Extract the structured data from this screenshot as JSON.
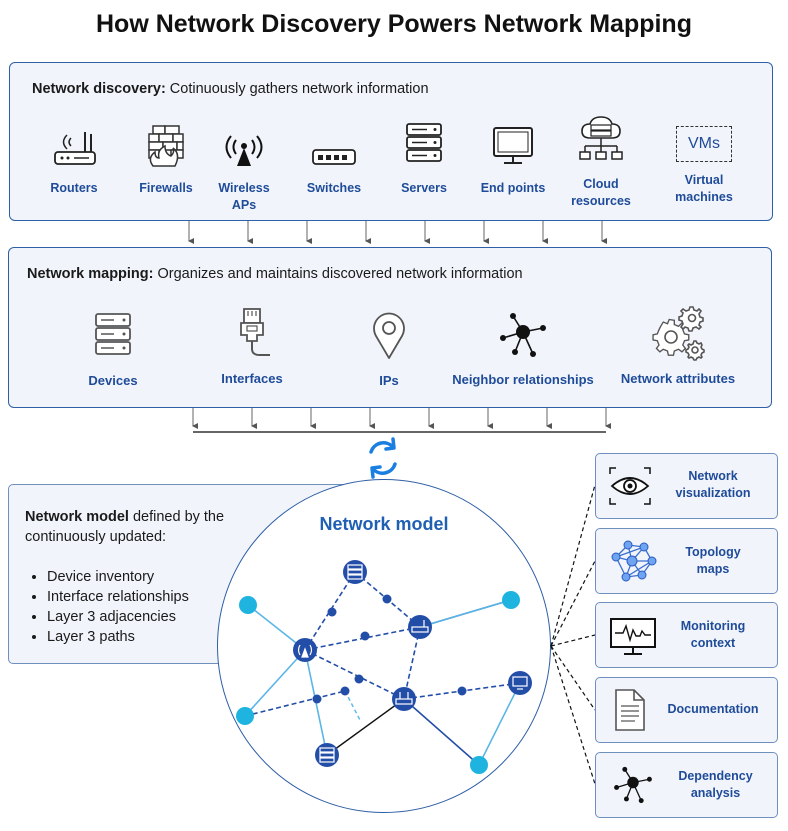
{
  "title": "How Network Discovery Powers Network Mapping",
  "discovery": {
    "heading_bold": "Network discovery:",
    "heading_text": " Cotinuously gathers network information",
    "items": [
      {
        "label": "Routers",
        "icon": "router-icon"
      },
      {
        "label": "Firewalls",
        "icon": "firewall-icon"
      },
      {
        "label": "Wireless APs",
        "icon": "wireless-ap-icon"
      },
      {
        "label": "Switches",
        "icon": "switch-icon"
      },
      {
        "label": "Servers",
        "icon": "server-icon"
      },
      {
        "label": "End points",
        "icon": "monitor-icon"
      },
      {
        "label": "Cloud resources",
        "icon": "cloud-network-icon"
      },
      {
        "label": "Virtual machines",
        "icon": "vms-icon"
      }
    ],
    "vms_icon_text": "VMs"
  },
  "mapping": {
    "heading_bold": "Network mapping:",
    "heading_text": " Organizes and maintains discovered network information",
    "items": [
      {
        "label": "Devices",
        "icon": "device-stack-icon"
      },
      {
        "label": "Interfaces",
        "icon": "ethernet-plug-icon"
      },
      {
        "label": "IPs",
        "icon": "location-pin-icon"
      },
      {
        "label": "Neighbor relationships",
        "icon": "hub-nodes-icon"
      },
      {
        "label": "Network attributes",
        "icon": "gears-icon"
      }
    ]
  },
  "model": {
    "intro_bold": "Network model",
    "intro_text": " defined by the continuously updated:",
    "bullets": [
      "Device inventory",
      "Interface relationships",
      "Layer 3 adjacencies",
      "Layer 3 paths"
    ],
    "circle_title": "Network model"
  },
  "outputs": [
    {
      "label": "Network visualization",
      "icon": "eye-icon"
    },
    {
      "label": "Topology maps",
      "icon": "mesh-icon"
    },
    {
      "label": "Monitoring context",
      "icon": "monitor-pulse-icon"
    },
    {
      "label": "Documentation",
      "icon": "document-icon"
    },
    {
      "label": "Dependency analysis",
      "icon": "hub-nodes-icon"
    }
  ],
  "colors": {
    "accent_blue": "#1f4b99",
    "border_blue": "#2f5fa6",
    "panel_bg": "#f1f5fb",
    "node_cyan": "#1fb4e0",
    "node_navy": "#234ea8",
    "refresh_blue": "#1a7fe0"
  }
}
